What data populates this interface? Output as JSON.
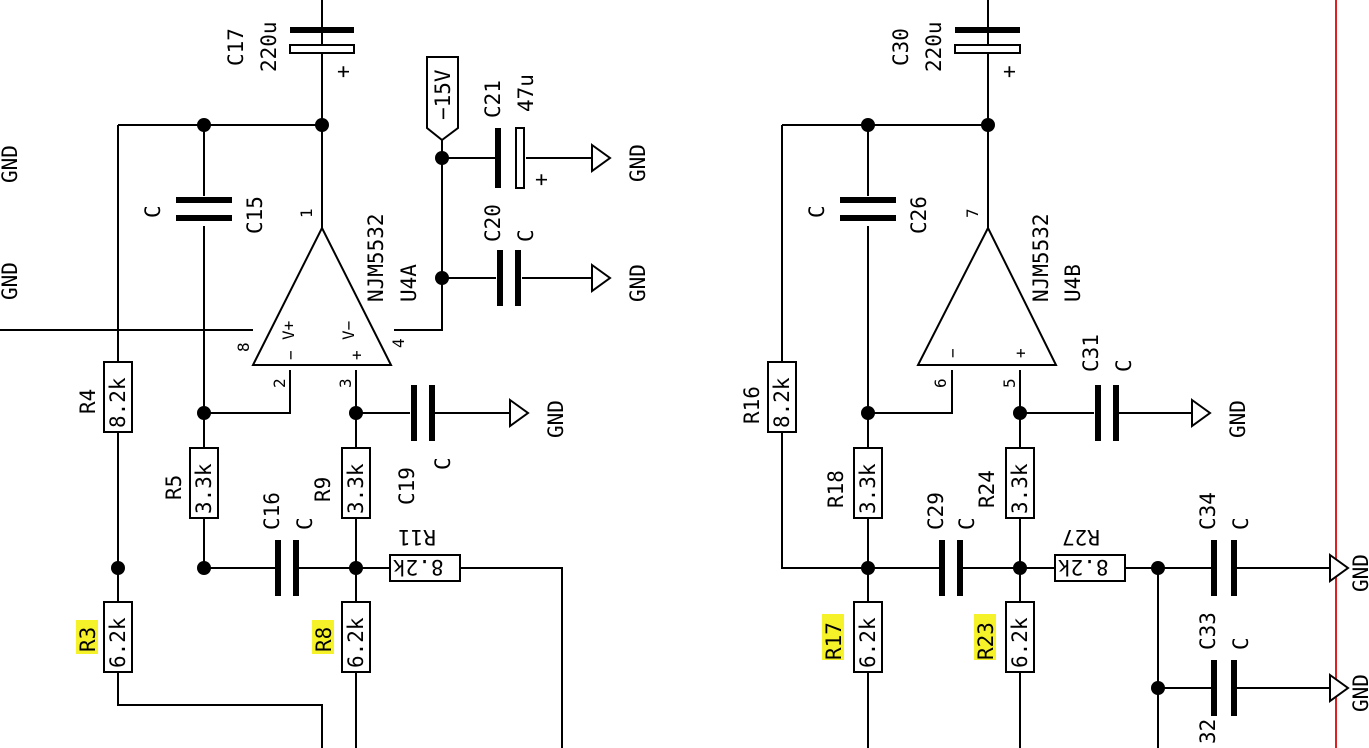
{
  "colors": {
    "highlight": "#f5f22a",
    "frame": "#e02020",
    "wire": "#000000"
  },
  "net_labels": {
    "gnd": "GND",
    "neg15v": "−15V"
  },
  "left": {
    "opamp": {
      "part": "NJM5532",
      "ref": "U4A",
      "pin_out": "1",
      "pin_inv": "2",
      "pin_noninv": "3",
      "pin_vcc": "8",
      "pin_vee": "4",
      "minus": "−",
      "plus": "+",
      "vminus": "V−",
      "vplus": "V+"
    },
    "c17": {
      "ref": "C17",
      "value": "220u",
      "polarity": "+"
    },
    "c21": {
      "ref": "C21",
      "value": "47u",
      "polarity": "+"
    },
    "c20": {
      "ref": "C20",
      "value": "C"
    },
    "c15": {
      "ref": "C15",
      "value": "C"
    },
    "c19": {
      "ref": "C19",
      "value": "C"
    },
    "c16": {
      "ref": "C16",
      "value": "C"
    },
    "r4": {
      "ref": "R4",
      "value": "8.2k"
    },
    "r5": {
      "ref": "R5",
      "value": "3.3k"
    },
    "r9": {
      "ref": "R9",
      "value": "3.3k"
    },
    "r11": {
      "ref": "R11",
      "value": "8.2k"
    },
    "r3": {
      "ref": "R3",
      "value": "6.2k"
    },
    "r8": {
      "ref": "R8",
      "value": "6.2k"
    }
  },
  "right": {
    "opamp": {
      "part": "NJM5532",
      "ref": "U4B",
      "pin_out": "7",
      "pin_inv": "6",
      "pin_noninv": "5",
      "minus": "−",
      "plus": "+"
    },
    "c30": {
      "ref": "C30",
      "value": "220u",
      "polarity": "+"
    },
    "c26": {
      "ref": "C26",
      "value": "C"
    },
    "c31": {
      "ref": "C31",
      "value": "C"
    },
    "c29": {
      "ref": "C29",
      "value": "C"
    },
    "c34": {
      "ref": "C34",
      "value": "C"
    },
    "c33": {
      "ref": "C33",
      "value": "C"
    },
    "c32": {
      "ref": "32"
    },
    "r16": {
      "ref": "R16",
      "value": "8.2k"
    },
    "r18": {
      "ref": "R18",
      "value": "3.3k"
    },
    "r24": {
      "ref": "R24",
      "value": "3.3k"
    },
    "r27": {
      "ref": "R27",
      "value": "8.2k"
    },
    "r17": {
      "ref": "R17",
      "value": "6.2k"
    },
    "r23": {
      "ref": "R23",
      "value": "6.2k"
    }
  }
}
